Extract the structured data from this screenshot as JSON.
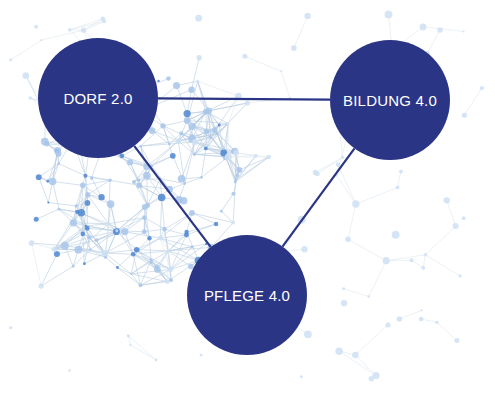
{
  "diagram": {
    "nodes": [
      {
        "text": [
          "DORF 2.0"
        ]
      },
      {
        "text": [
          "BILDUNG 4.0"
        ]
      },
      {
        "text": [
          "PFLEGE 4.0"
        ]
      }
    ],
    "edges": [
      {
        "from": 0,
        "to": 1,
        "arrow": "none"
      },
      {
        "from": 0,
        "to": 2,
        "arrow": "none"
      },
      {
        "from": 1,
        "to": 2,
        "arrow": "none"
      }
    ]
  }
}
